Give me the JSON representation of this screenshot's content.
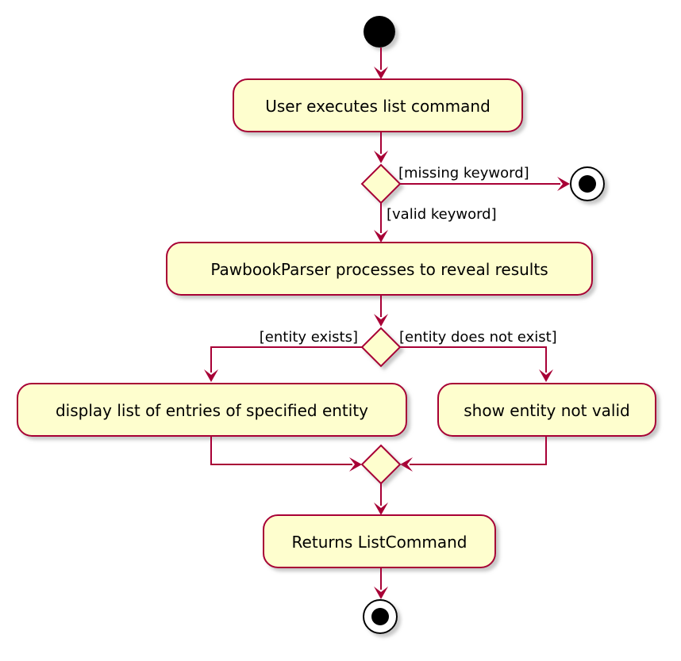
{
  "colors": {
    "activity_fill": "#FEFECE",
    "border": "#A80036",
    "shadow": "#CFCFCF",
    "start_node": "#000000",
    "end_node_bg": "#ffffff"
  },
  "activities": {
    "user_executes": "User executes list command",
    "parser_processes": "PawbookParser processes to reveal results",
    "display_list": "display list of entries of specified entity",
    "show_invalid": "show entity not valid",
    "returns_command": "Returns ListCommand"
  },
  "guards": {
    "missing_keyword": "[missing keyword]",
    "valid_keyword": "[valid keyword]",
    "entity_exists": "[entity exists]",
    "entity_not_exist": "[entity does not exist]"
  }
}
